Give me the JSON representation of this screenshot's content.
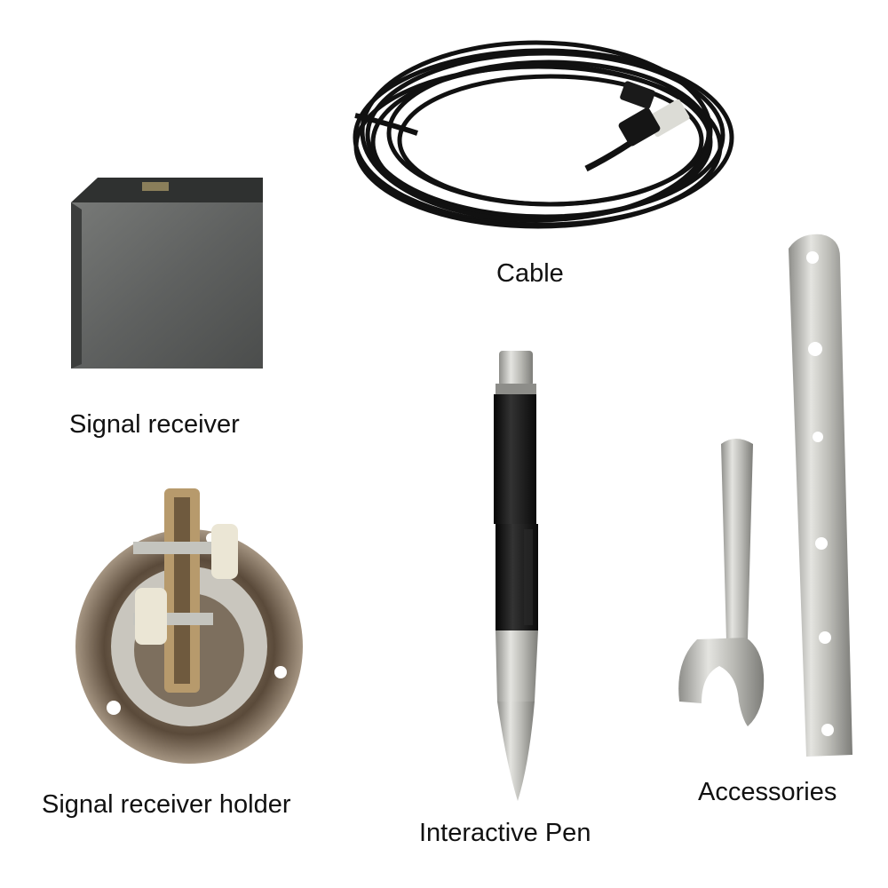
{
  "labels": {
    "cable": "Cable",
    "signal_receiver": "Signal receiver",
    "signal_receiver_holder": "Signal receiver holder",
    "interactive_pen": "Interactive Pen",
    "accessories": "Accessories"
  },
  "colors": {
    "background": "#ffffff",
    "label_text": "#111111",
    "cable_black": "#111111",
    "receiver_gray": "#5f6160",
    "metal_silver": "#c9c9c6"
  }
}
